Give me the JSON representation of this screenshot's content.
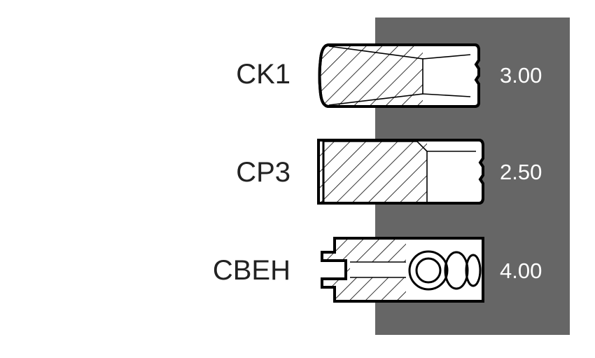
{
  "rings": [
    {
      "name": "CK1",
      "thickness": "3.00"
    },
    {
      "name": "CP3",
      "thickness": "2.50"
    },
    {
      "name": "CBEH",
      "thickness": "4.00"
    }
  ],
  "colors": {
    "panel": "#666666",
    "label_text": "#222222",
    "value_text": "#ffffff",
    "outline": "#000000"
  }
}
